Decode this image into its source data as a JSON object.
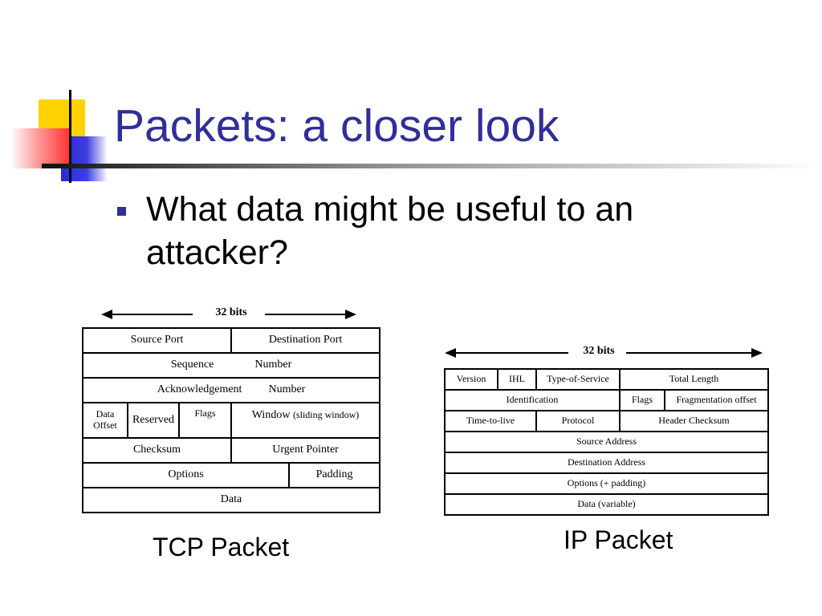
{
  "slide": {
    "title": "Packets: a closer look",
    "bullet": "What data might be useful to an attacker?"
  },
  "tcp": {
    "bits_label": "32 bits",
    "caption": "TCP Packet",
    "fields": {
      "source_port": "Source Port",
      "destination_port": "Destination Port",
      "sequence": "Sequence",
      "sequence_number": "Number",
      "acknowledgement": "Acknowledgement",
      "acknowledgement_number": "Number",
      "data_offset_line1": "Data",
      "data_offset_line2": "Offset",
      "reserved": "Reserved",
      "flags": "Flags",
      "window": "Window",
      "window_note": "(sliding window)",
      "checksum": "Checksum",
      "urgent_pointer": "Urgent Pointer",
      "options": "Options",
      "padding": "Padding",
      "data": "Data"
    }
  },
  "ip": {
    "bits_label": "32 bits",
    "caption": "IP Packet",
    "fields": {
      "version": "Version",
      "ihl": "IHL",
      "type_of_service": "Type-of-Service",
      "total_length": "Total Length",
      "identification": "Identification",
      "flags": "Flags",
      "fragmentation_offset": "Fragmentation offset",
      "time_to_live": "Time-to-live",
      "protocol": "Protocol",
      "header_checksum": "Header Checksum",
      "source_address": "Source Address",
      "destination_address": "Destination Address",
      "options": "Options (+ padding)",
      "data": "Data (variable)"
    }
  }
}
